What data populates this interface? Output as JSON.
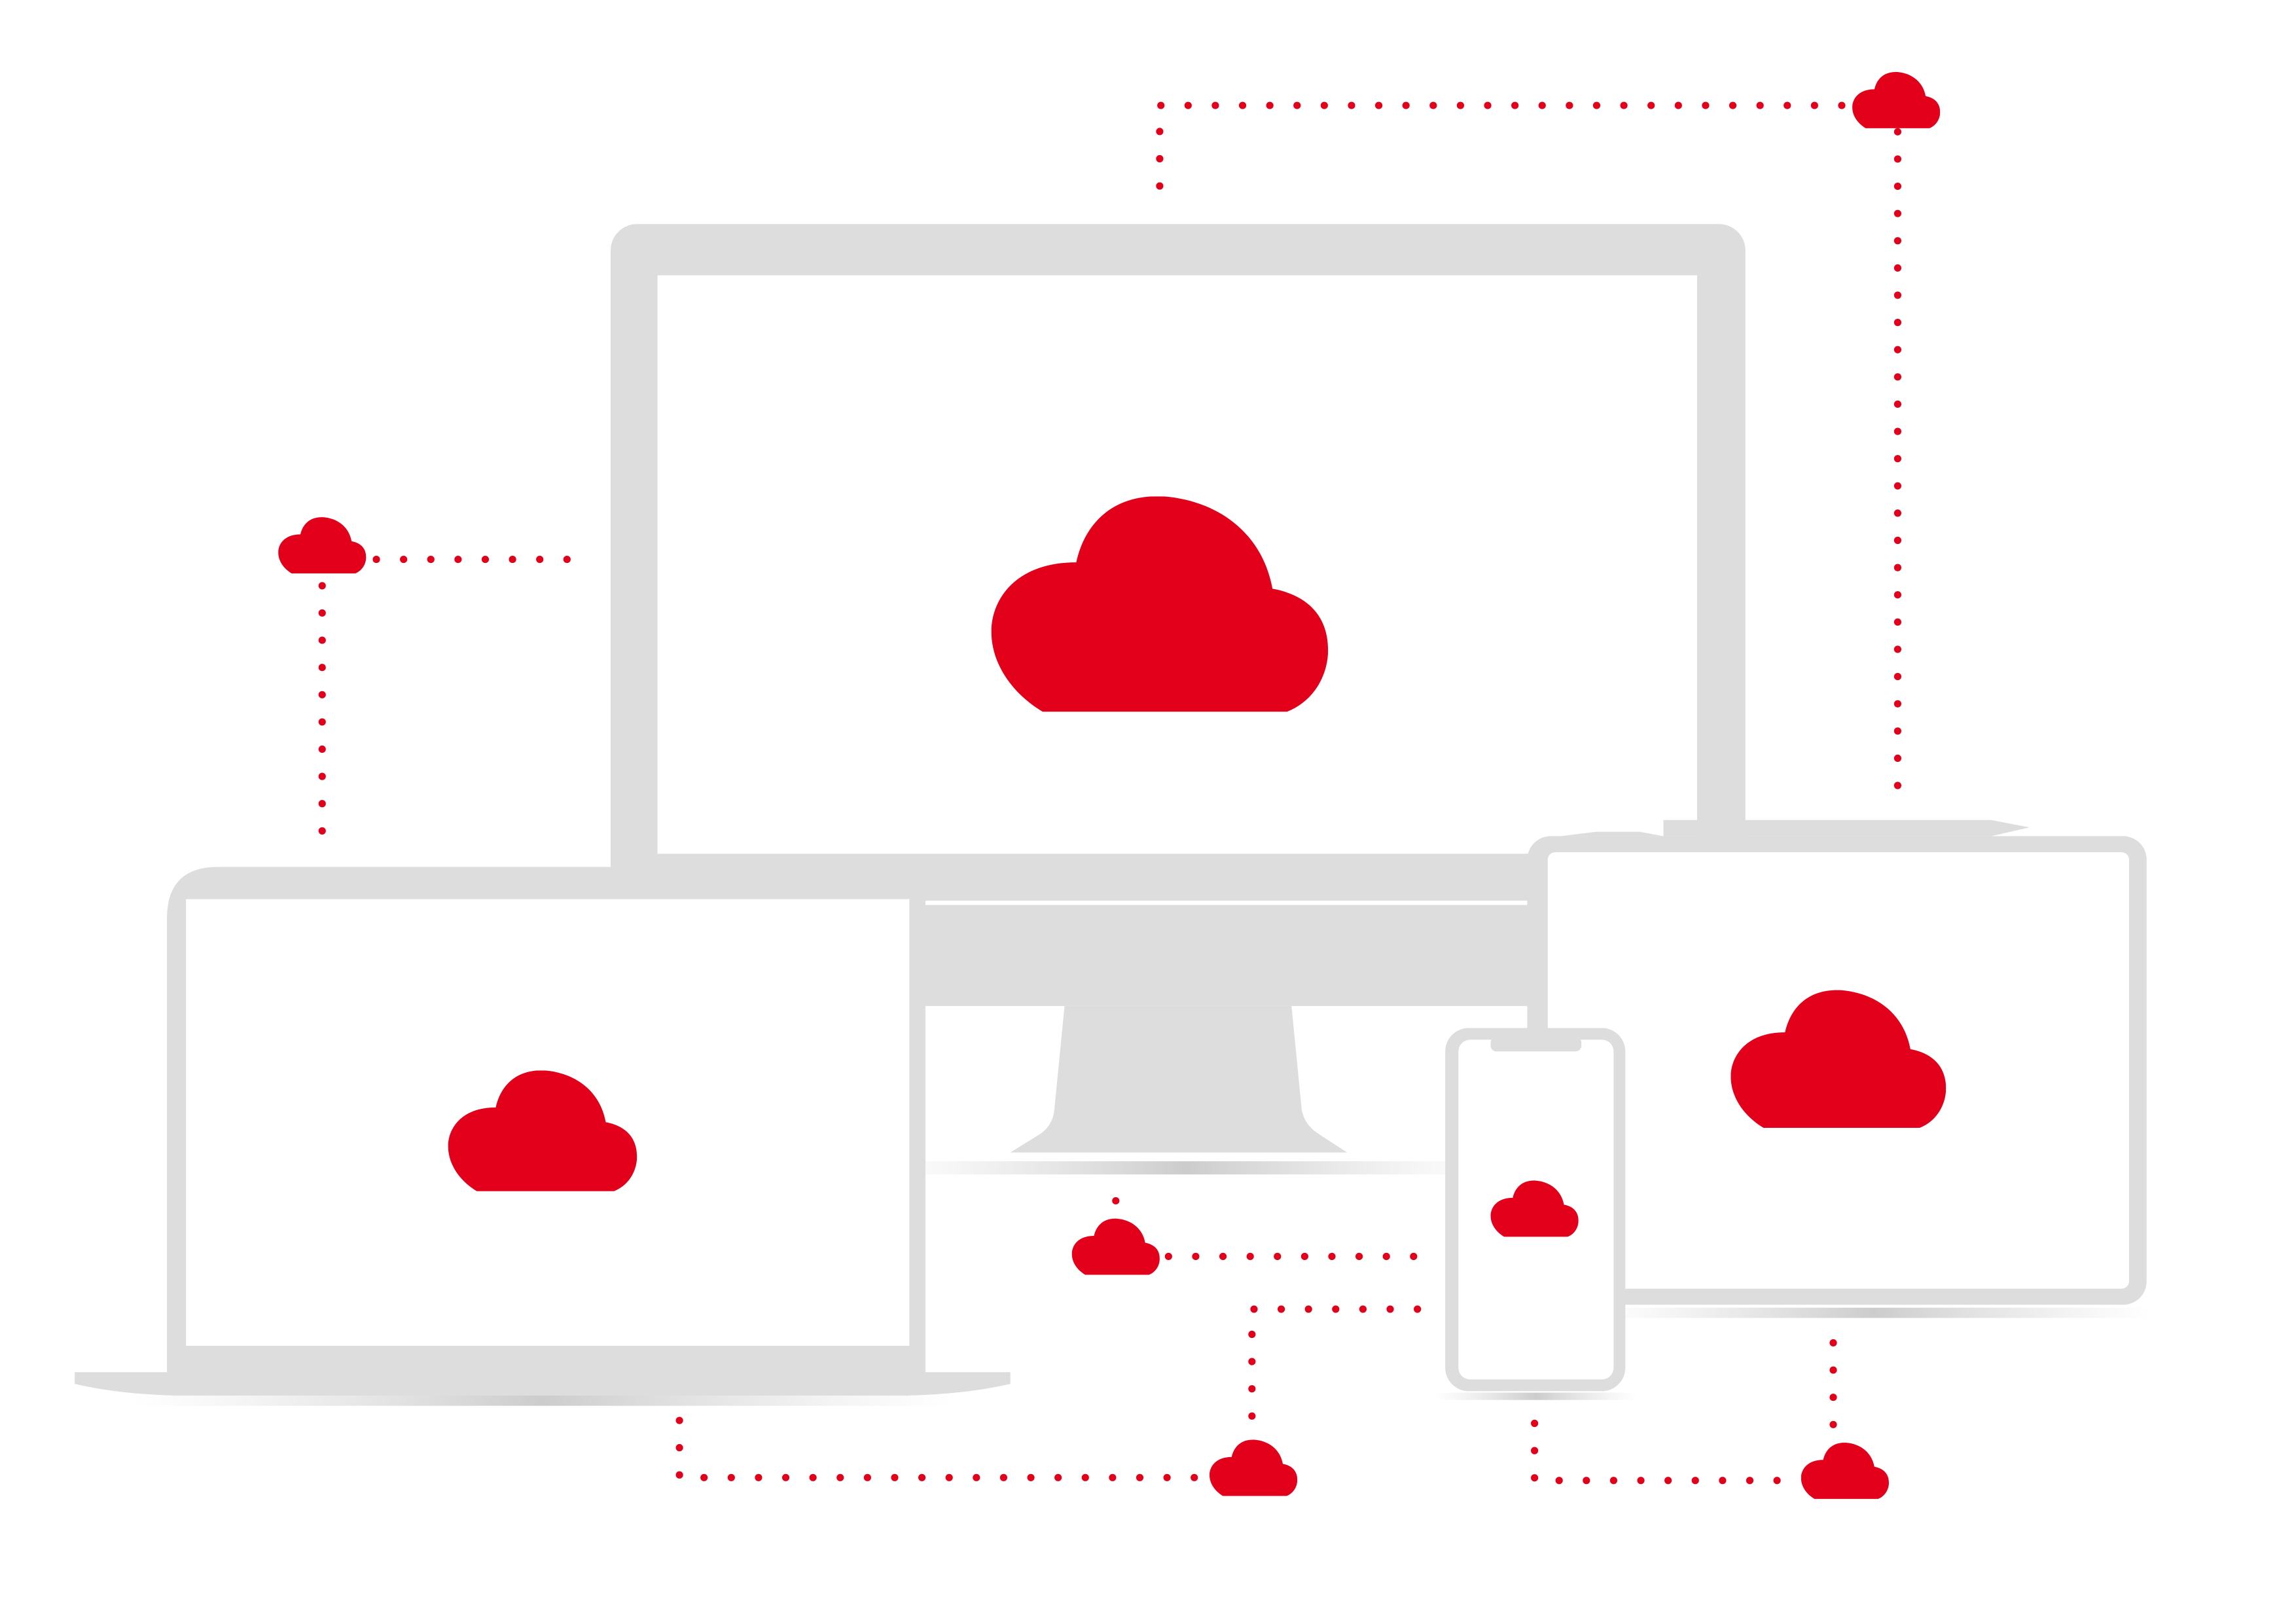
{
  "colors": {
    "accent": "#e2001a",
    "device": "#dddddd",
    "screen": "#ffffff",
    "dots": "#e2001a"
  },
  "icons": [
    "cloud-icon"
  ],
  "devices": [
    "monitor",
    "laptop",
    "tablet",
    "phone"
  ]
}
